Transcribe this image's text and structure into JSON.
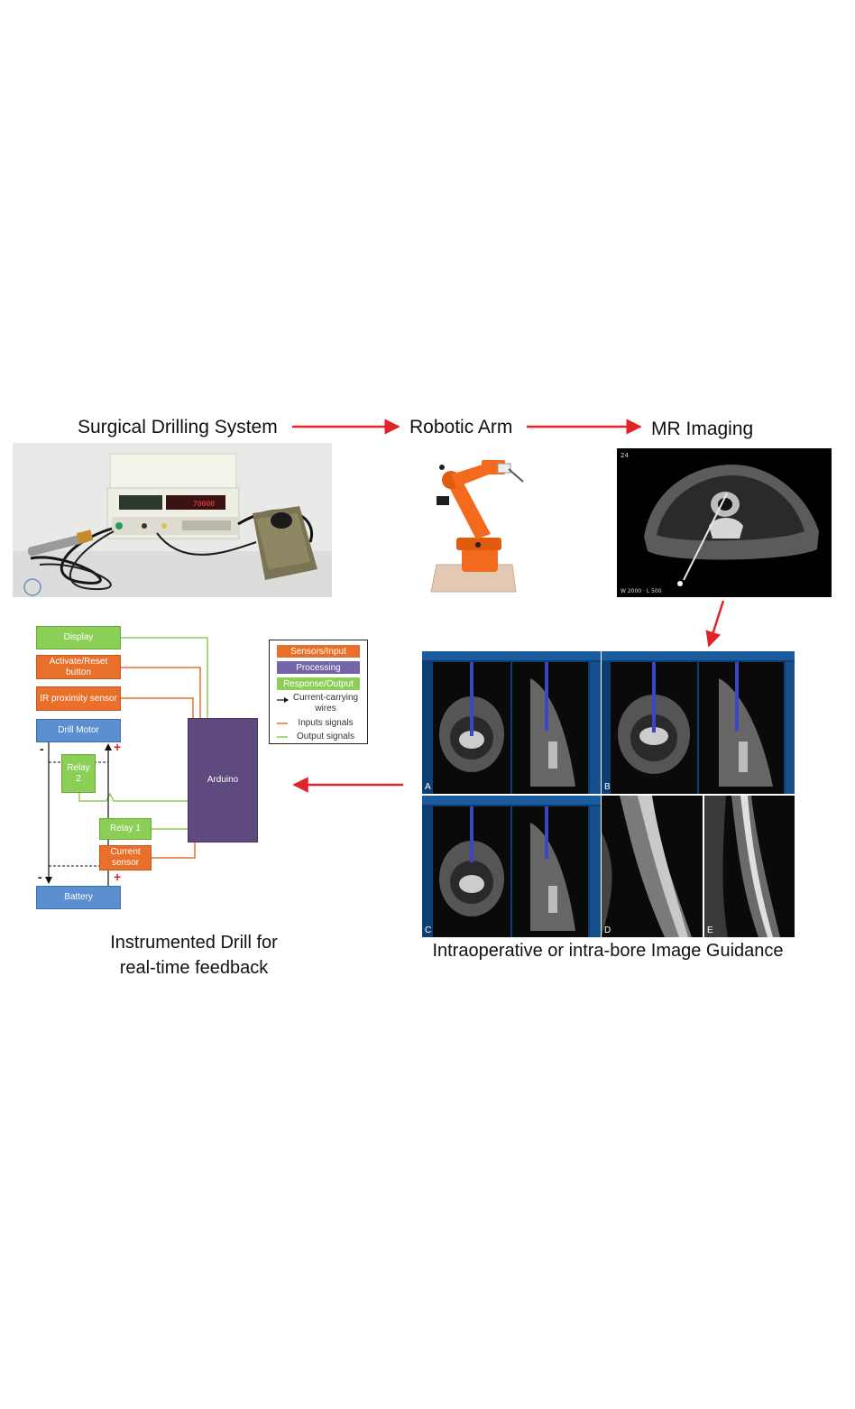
{
  "titles": {
    "drilling_system": "Surgical Drilling System",
    "robotic_arm": "Robotic Arm",
    "mr_imaging": "MR Imaging"
  },
  "captions": {
    "drill_line1": "Instrumented Drill for",
    "drill_line2": "real-time feedback",
    "guidance": "Intraoperative or intra-bore Image Guidance"
  },
  "circuit": {
    "display": "Display",
    "activate_reset": "Activate/Reset button",
    "ir_sensor": "IR proximity sensor",
    "drill_motor": "Drill Motor",
    "relay2": "Relay 2",
    "relay1": "Relay 1",
    "current_sensor": "Current sensor",
    "battery": "Battery",
    "arduino": "Arduino",
    "minus": "-",
    "plus": "+"
  },
  "legend": {
    "sensors": "Sensors/Input",
    "processing": "Processing",
    "response": "Response/Output",
    "wires": "Current-carrying wires",
    "inputs": "Inputs signals",
    "outputs": "Output signals"
  },
  "mr": {
    "slice": "24",
    "window": "W 2000 · L 500"
  },
  "panels": [
    "A",
    "B",
    "C",
    "D",
    "E"
  ],
  "colors": {
    "arrow": "#e0242a",
    "green": "#8ccf57",
    "orange": "#e8702a",
    "blue": "#5b8fd0",
    "purple": "#5e4a7e",
    "robot": "#f36a1c"
  }
}
